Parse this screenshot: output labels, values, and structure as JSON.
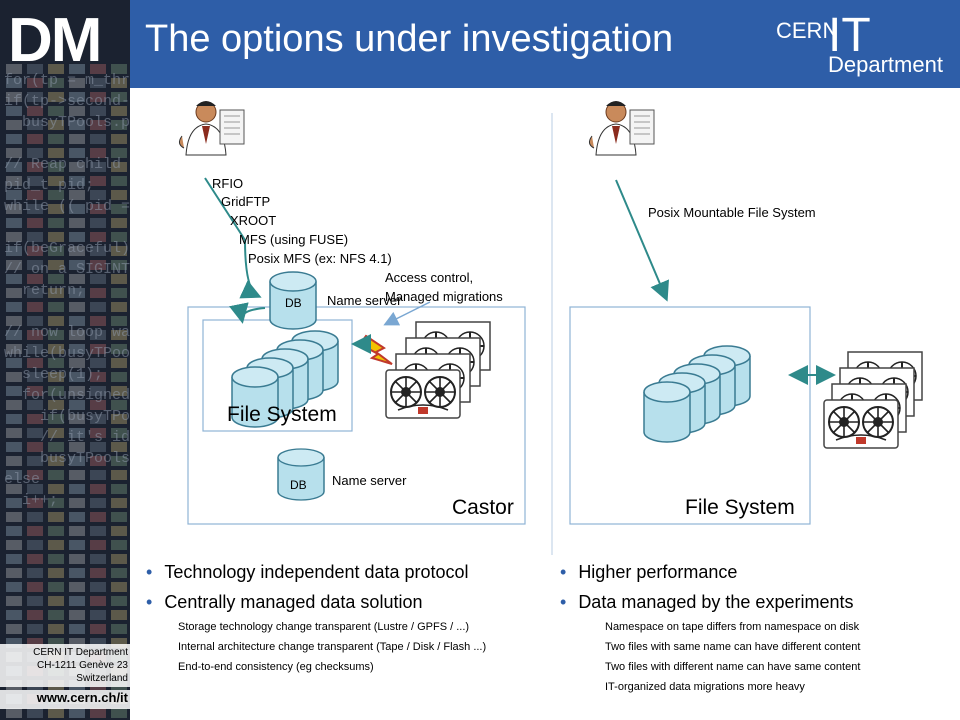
{
  "sidebar": {
    "logo": "DM",
    "code_lines": [
      "for(tp = m_thre",
      "if(tp->second-",
      "  busyTPools.p",
      "",
      "// Reap child pr",
      "pid_t pid;",
      "while (( pid = w",
      "",
      "if(beGraceful)",
      "// on a SIGINT",
      "  return;",
      "",
      "// now loop wait",
      "while(busyTPool",
      "  sleep(1);",
      "  for(unsigned i",
      "    if(busyTPools",
      "    // it's idle no",
      "    busyTPools.",
      "else",
      "  i++;"
    ],
    "cern_info": [
      "CERN IT Department",
      "CH-1211 Genève 23",
      "Switzerland"
    ],
    "url": "www.cern.ch/it"
  },
  "header": {
    "title": "The options under investigation",
    "logo": {
      "cern": "CERN",
      "it": "IT",
      "dept": "Department"
    }
  },
  "left": {
    "protocols": [
      "RFIO",
      "GridFTP",
      "XROOT",
      "MFS (using FUSE)",
      "Posix MFS (ex: NFS 4.1)"
    ],
    "access_control": [
      "Access control,",
      "Managed migrations"
    ],
    "db_label": "DB",
    "name_server": "Name server",
    "fs_label": "File System",
    "box_label": "Castor"
  },
  "right": {
    "posix_label": "Posix Mountable File System",
    "box_label": "File System"
  },
  "bullets_left": {
    "main": [
      "Technology independent data protocol",
      "Centrally managed data solution"
    ],
    "sub": [
      "Storage technology change transparent (Lustre / GPFS / ...)",
      "Internal architecture change transparent (Tape / Disk / Flash ...)",
      "End-to-end consistency (eg checksums)"
    ]
  },
  "bullets_right": {
    "main": [
      "Higher performance",
      "Data managed by the experiments"
    ],
    "sub": [
      "Namespace  on tape differs from namespace on disk",
      "Two files with same name can have different content",
      "Two files with different name can have same content",
      "IT-organized data migrations more heavy"
    ]
  },
  "colors": {
    "header": "#2e5ea8",
    "arrow": "#2e8a8a",
    "cylinder": "#b7e0ec",
    "box": "#8fb3d6"
  }
}
